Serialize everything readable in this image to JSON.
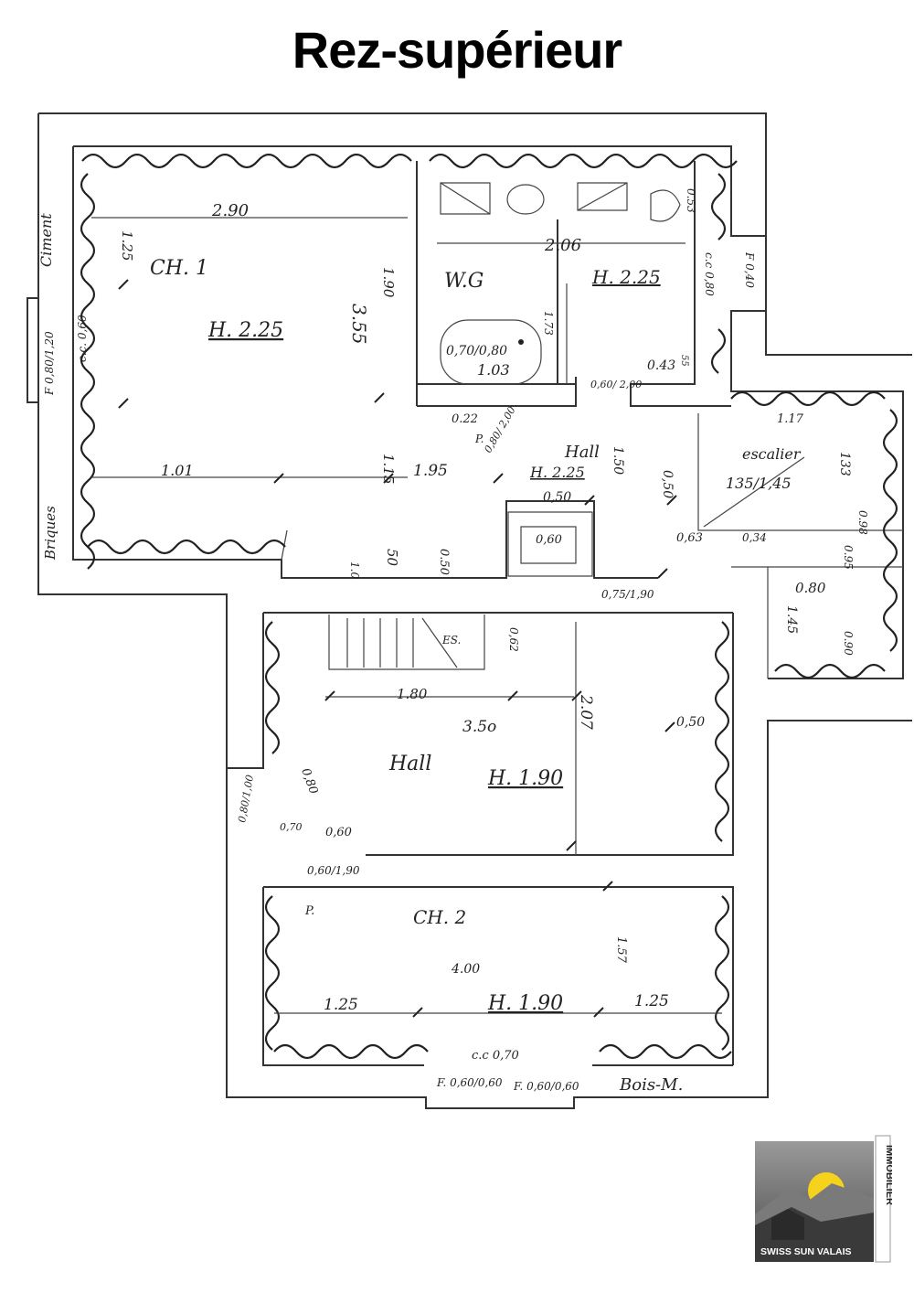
{
  "title": "Rez-supérieur",
  "rooms": {
    "ch1": {
      "name": "CH. 1",
      "height": "H. 2.25",
      "width": "2.90",
      "depth": "3.55"
    },
    "wc": {
      "name": "W.G",
      "height": "H. 2.25",
      "width": "2.06",
      "bath": "0,70/0,80",
      "bath_len": "1.03"
    },
    "hall_top": {
      "name": "Hall",
      "height": "H. 2.25"
    },
    "escalier": {
      "name": "escalier",
      "dims": "135/1,45"
    },
    "hall_main": {
      "name": "Hall",
      "height": "H. 1.90",
      "dim1": "3.5o",
      "dim2": "2.07",
      "stairs": "ES.",
      "dim3": "1.80"
    },
    "ch2": {
      "name": "CH. 2",
      "height": "H. 1.90",
      "width": "4.00",
      "dim_left": "1.25",
      "dim_right": "1.25",
      "dim_side": "1.57"
    }
  },
  "materials": {
    "ciment": "Ciment",
    "briques": "Briques",
    "bois": "Bois-M."
  },
  "dimensions": {
    "d125": "1.25",
    "d190": "1.90",
    "f080120": "F 0,80/1,20",
    "cc060": "c.c. 0,60",
    "d101": "1.01",
    "d115": "1.15",
    "d195": "1.95",
    "d022": "0.22",
    "d050a": "0,50",
    "d060b": "0,60",
    "d050b": "50",
    "d050c": "0.50",
    "d010": "1.0",
    "d053": "0.53",
    "d173": "1.73",
    "d043": "0.43",
    "d055": "55",
    "p060200": "0,60/ 2,00",
    "cc080": "c.c 0,80",
    "f040": "F 0,40",
    "d150": "1.50",
    "d117": "1.17",
    "d133": "133",
    "d098": "0.98",
    "d095": "0.95",
    "d080": "0.80",
    "d145": "1.45",
    "d090": "0.90",
    "d063": "0,63",
    "d034": "0,34",
    "d050e": "0,50",
    "d075190": "0,75/1,90",
    "p080200": "0,80/ 2,00",
    "d062": "0,62",
    "d050f": "0,50",
    "d180": "1.80",
    "d070": "0,70",
    "d080b": "0,80",
    "d060c": "0,60",
    "d060190": "0,60/1,90",
    "f080": "0,80/1,00",
    "cc070": "c.c 0,70",
    "f1": "F. 0,60/0,60",
    "f2": "F. 0,60/0,60",
    "p": "P.",
    "p2": "P."
  },
  "logo": {
    "name": "SWISS SUN VALAIS",
    "side": "IMMOBILIER",
    "sun_color": "#f5d21c",
    "bg_color": "#6e6e6e"
  }
}
